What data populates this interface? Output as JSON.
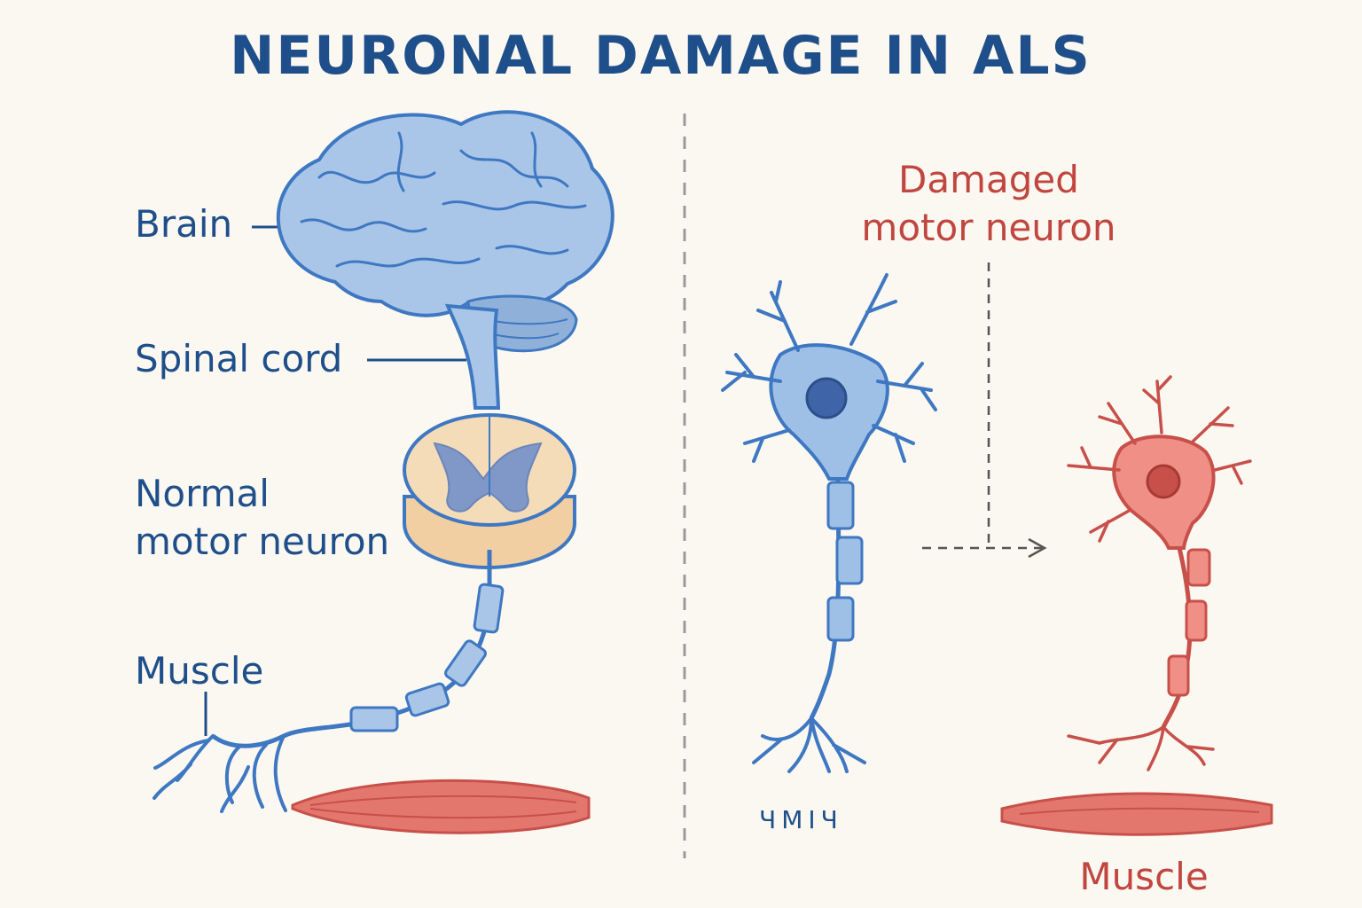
{
  "title": "NEURONAL DAMAGE IN ALS",
  "labels": {
    "brain": "Brain",
    "spinal_cord": "Spinal cord",
    "normal_motor_neuron_line1": "Normal",
    "normal_motor_neuron_line2": "motor neuron",
    "muscle_left": "Muscle",
    "damaged_line1": "Damaged",
    "damaged_line2": "motor neuron",
    "muscle_right": "Muscle",
    "scribble": "ЧМIЧ"
  },
  "colors": {
    "healthy": "#3f78c2",
    "healthy_fill": "#a9c6e8",
    "damaged": "#c8504a",
    "damaged_fill": "#ef8f86",
    "cord_fill": "#f5dcb8",
    "text_blue": "#1f4f8a",
    "text_red": "#c0463f"
  }
}
